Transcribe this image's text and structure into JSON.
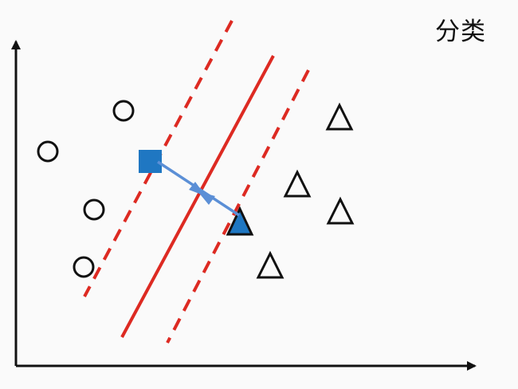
{
  "title": "分类",
  "colors": {
    "hyperplane": "#dd2a22",
    "margin": "#dd2a22",
    "support_square": "#1f77c2",
    "support_triangle": "#1f77c2",
    "distance_arrow": "#5b8fd6",
    "axis": "#111111",
    "marker_outline": "#111111"
  },
  "icons": {
    "class_a": "circle-outline",
    "class_b": "triangle-outline",
    "support_a": "filled-square",
    "support_b": "filled-triangle"
  }
}
